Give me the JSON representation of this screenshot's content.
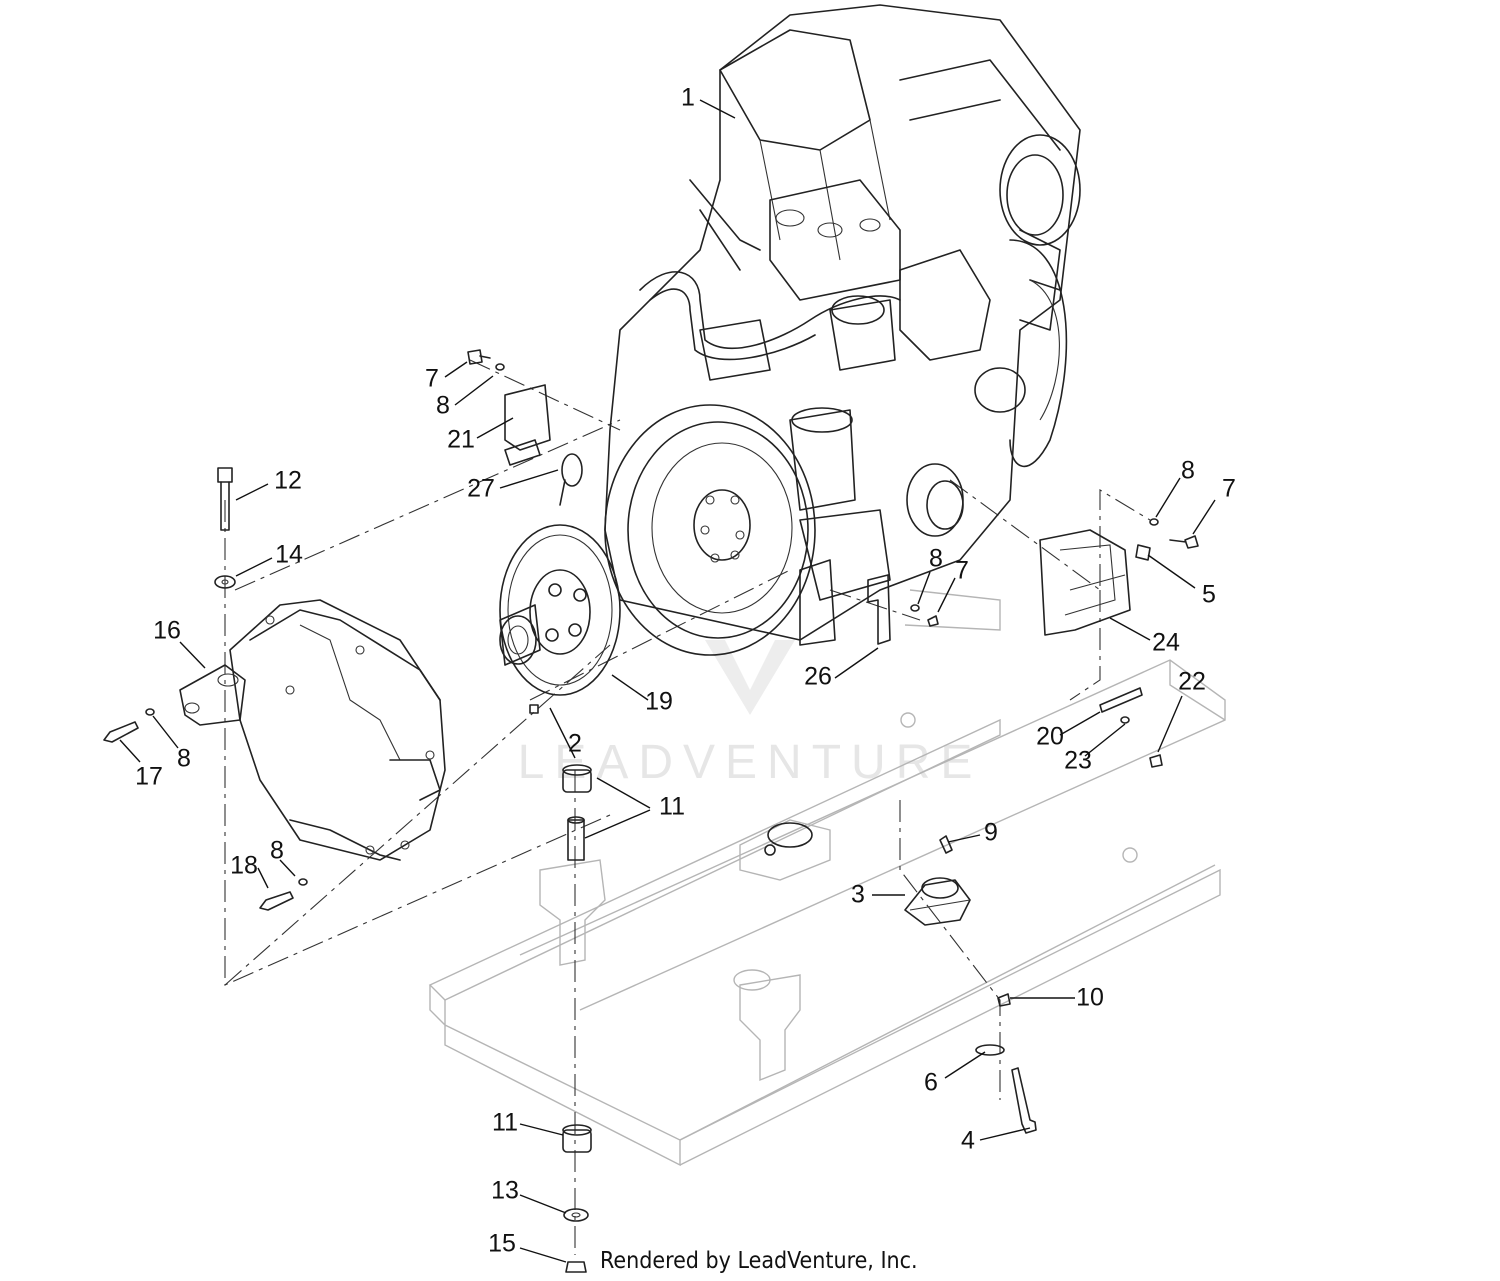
{
  "diagram": {
    "callouts": [
      {
        "id": "c1",
        "label": "1"
      },
      {
        "id": "c7a",
        "label": "7"
      },
      {
        "id": "c8a",
        "label": "8"
      },
      {
        "id": "c21",
        "label": "21"
      },
      {
        "id": "c27",
        "label": "27"
      },
      {
        "id": "c12",
        "label": "12"
      },
      {
        "id": "c14",
        "label": "14"
      },
      {
        "id": "c16",
        "label": "16"
      },
      {
        "id": "c17",
        "label": "17"
      },
      {
        "id": "c8b",
        "label": "8"
      },
      {
        "id": "c19",
        "label": "19"
      },
      {
        "id": "c2",
        "label": "2"
      },
      {
        "id": "c11a",
        "label": "11"
      },
      {
        "id": "c18",
        "label": "18"
      },
      {
        "id": "c8c",
        "label": "8"
      },
      {
        "id": "c26",
        "label": "26"
      },
      {
        "id": "c8d",
        "label": "8"
      },
      {
        "id": "c7b",
        "label": "7"
      },
      {
        "id": "c8e",
        "label": "8"
      },
      {
        "id": "c7c",
        "label": "7"
      },
      {
        "id": "c5",
        "label": "5"
      },
      {
        "id": "c24",
        "label": "24"
      },
      {
        "id": "c22",
        "label": "22"
      },
      {
        "id": "c20",
        "label": "20"
      },
      {
        "id": "c23",
        "label": "23"
      },
      {
        "id": "c9",
        "label": "9"
      },
      {
        "id": "c3",
        "label": "3"
      },
      {
        "id": "c10",
        "label": "10"
      },
      {
        "id": "c6",
        "label": "6"
      },
      {
        "id": "c4",
        "label": "4"
      },
      {
        "id": "c11b",
        "label": "11"
      },
      {
        "id": "c13",
        "label": "13"
      },
      {
        "id": "c15",
        "label": "15"
      }
    ]
  },
  "watermark": {
    "text": "LEADVENTURE"
  },
  "credit": "Rendered by LeadVenture, Inc."
}
